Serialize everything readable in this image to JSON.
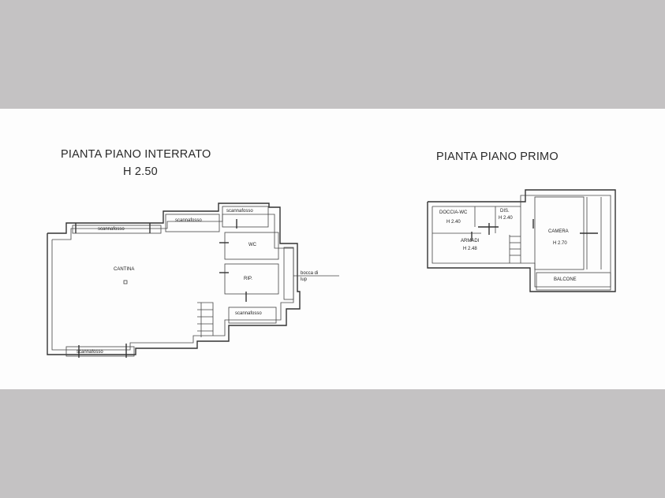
{
  "plans": {
    "interrato": {
      "title": "PIANTA PIANO INTERRATO",
      "height": "H 2.50",
      "rooms": {
        "scannafosso_top_left": "scannafosso",
        "scannafosso_top_mid": "scannafosso",
        "scannafosso_top_right": "scannafosso",
        "wc": "WC",
        "cantina": "CANTINA",
        "rip": "RIP.",
        "scannafosso_bottom_right": "scannafosso",
        "scannafosso_bottom_left": "scannafosso",
        "bocca_line1": "bocca di",
        "bocca_line2": "lup"
      }
    },
    "primo": {
      "title": "PIANTA PIANO PRIMO",
      "rooms": {
        "doccia": "DOCCIA-WC",
        "doccia_h": "H 2.40",
        "dis": "DIS.",
        "dis_h": "H 2.40",
        "armadi": "ARMADI",
        "armadi_h": "H 2.48",
        "camera": "CAMERA",
        "camera_h": "H 2.70",
        "balcone": "BALCONE"
      }
    }
  }
}
